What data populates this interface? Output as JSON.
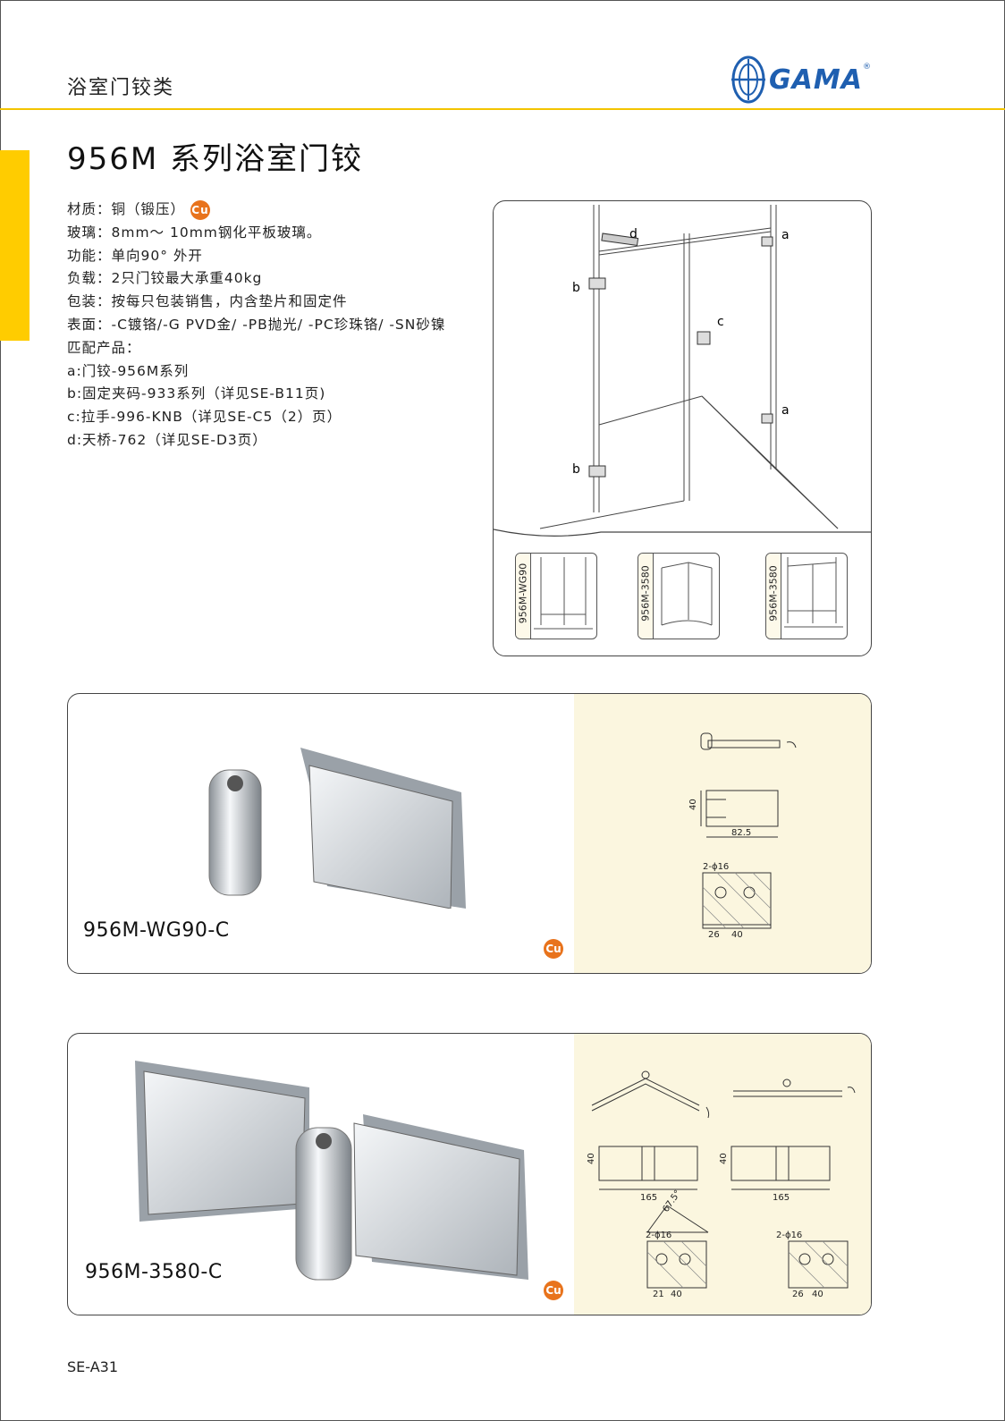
{
  "header": {
    "category": "浴室门铰类",
    "brand": "GAMA",
    "registered": "®"
  },
  "title": "956M 系列浴室门铰",
  "specs": [
    "材质：铜（锻压）",
    "玻璃：8mm～ 10mm钢化平板玻璃。",
    "功能：单向90° 外开",
    "负载：2只门铰最大承重40kg",
    "包装：按每只包装销售，内含垫片和固定件",
    "表面：-C镀铬/-G PVD金/ -PB抛光/ -PC珍珠铬/ -SN砂镍",
    "匹配产品：",
    "a:门铰-956M系列",
    "b:固定夹码-933系列（详见SE-B11页)",
    "c:拉手-996-KNB（详见SE-C5（2）页）",
    "d:天桥-762（详见SE-D3页）"
  ],
  "cu_badge": "Cu",
  "scene": {
    "labels": {
      "a1": "a",
      "a2": "a",
      "b1": "b",
      "b2": "b",
      "c": "c",
      "d": "d"
    }
  },
  "thumbnails": [
    "956M-WG90",
    "956M-3580",
    "956M-3580"
  ],
  "products": [
    {
      "model": "956M-WG90-C",
      "dims": {
        "height": "40",
        "width": "82.5",
        "hole": "2-ϕ16",
        "d1": "26",
        "d2": "40"
      }
    },
    {
      "model": "956M-3580-C",
      "dims": {
        "height": "40",
        "width": "165",
        "height2": "40",
        "width2": "165",
        "angle": "67.5°",
        "hole": "2-ϕ16",
        "d1": "21",
        "d2": "40",
        "hole2": "2-ϕ16",
        "d3": "26",
        "d4": "40"
      }
    }
  ],
  "footer": {
    "page_code": "SE-A31"
  },
  "colors": {
    "accent_yellow": "#ffcc00",
    "brand_blue": "#1f5fb0",
    "cu_orange": "#e8731c",
    "cream": "#fbf6df"
  }
}
